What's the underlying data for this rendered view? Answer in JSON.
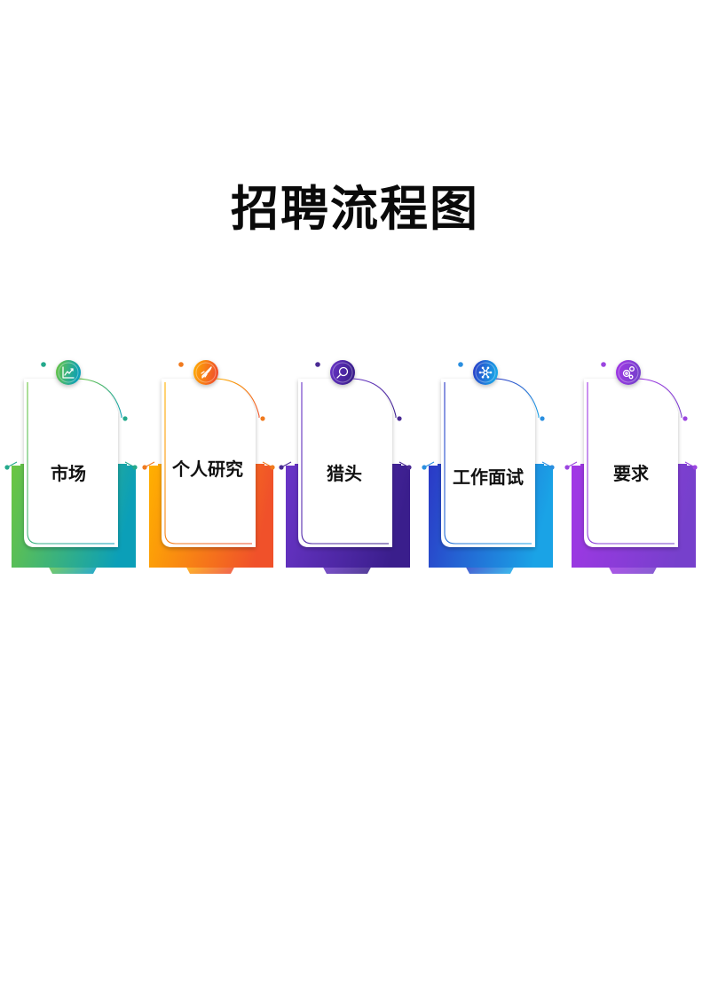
{
  "title": "招聘流程图",
  "steps": [
    {
      "label": "市场",
      "icon": "growth-chart-icon",
      "colors": [
        "#6cc640",
        "#0b9fb8"
      ],
      "accent": "#24a98c"
    },
    {
      "label": "个人研究",
      "icon": "rocket-icon",
      "colors": [
        "#ffb000",
        "#f0512a"
      ],
      "accent": "#f07a1e"
    },
    {
      "label": "猎头",
      "icon": "search-icon",
      "colors": [
        "#6a35c8",
        "#3a1e8c"
      ],
      "accent": "#4a2a94"
    },
    {
      "label": "工作面试",
      "icon": "network-icon",
      "colors": [
        "#2b38c6",
        "#1aa3e6"
      ],
      "accent": "#2a8fe0"
    },
    {
      "label": "要求",
      "icon": "settings-gears-icon",
      "colors": [
        "#a237e6",
        "#7640cc"
      ],
      "accent": "#9b45e0"
    }
  ]
}
